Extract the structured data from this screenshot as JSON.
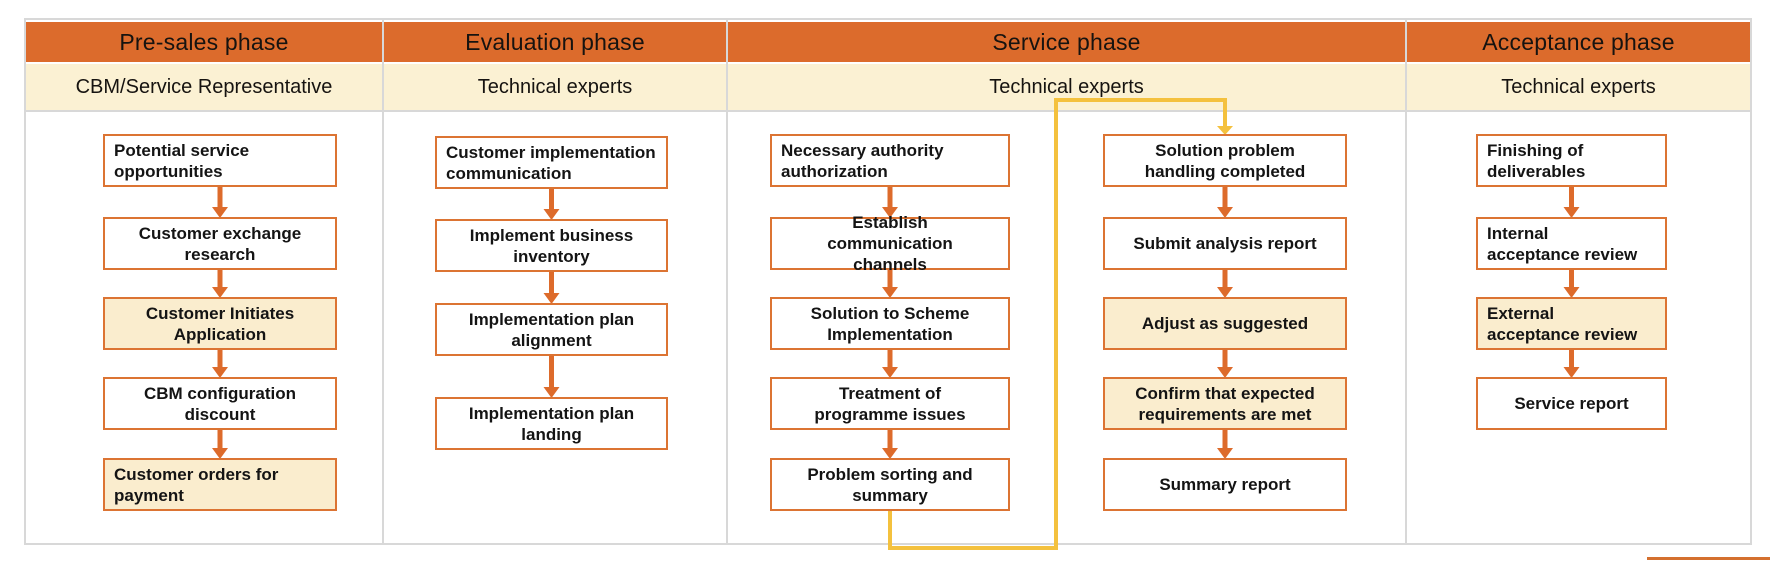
{
  "diagram_title": "",
  "colors": {
    "phase_header_bg": "#DC6B2C",
    "role_header_bg": "#FBF1D3",
    "box_border": "#DC7433",
    "box_cream_fill": "#FAEDCE",
    "box_white_fill": "#FFFFFF",
    "arrow": "#DD6B2B",
    "feedback_connector": "#F4C13E",
    "grid_line": "#D8D8D8",
    "text": "#141414",
    "bottom_right_cutoff_line": "#D4702F"
  },
  "phases": [
    {
      "phase": "Pre-sales phase",
      "role": "CBM/Service Representative",
      "chains": [
        {
          "id": "presales",
          "boxes": [
            {
              "label": "Potential service\nopportunities",
              "fill": "white",
              "align": "left"
            },
            {
              "label": "Customer exchange\nresearch",
              "fill": "white",
              "align": "center"
            },
            {
              "label": "Customer Initiates\nApplication",
              "fill": "cream",
              "align": "center"
            },
            {
              "label": "CBM configuration\ndiscount",
              "fill": "white",
              "align": "center"
            },
            {
              "label": "Customer orders for\npayment",
              "fill": "cream",
              "align": "left"
            }
          ]
        }
      ]
    },
    {
      "phase": "Evaluation phase",
      "role": "Technical experts",
      "chains": [
        {
          "id": "evaluation",
          "boxes": [
            {
              "label": "Customer implementation\ncommunication",
              "fill": "white",
              "align": "left"
            },
            {
              "label": "Implement business\ninventory",
              "fill": "white",
              "align": "center"
            },
            {
              "label": "Implementation plan\nalignment",
              "fill": "white",
              "align": "center"
            },
            {
              "label": "Implementation plan\nlanding",
              "fill": "white",
              "align": "center"
            }
          ]
        }
      ]
    },
    {
      "phase": "Service phase",
      "role": "Technical experts",
      "chains": [
        {
          "id": "service_left",
          "boxes": [
            {
              "label": "Necessary authority\nauthorization",
              "fill": "white",
              "align": "left"
            },
            {
              "label": "Establish\ncommunication\nchannels",
              "fill": "white",
              "align": "center"
            },
            {
              "label": "Solution to Scheme\nImplementation",
              "fill": "white",
              "align": "center"
            },
            {
              "label": "Treatment of\nprogramme issues",
              "fill": "white",
              "align": "center"
            },
            {
              "label": "Problem sorting and\nsummary",
              "fill": "white",
              "align": "center"
            }
          ]
        },
        {
          "id": "service_right",
          "boxes": [
            {
              "label": "Solution problem\nhandling completed",
              "fill": "white",
              "align": "center"
            },
            {
              "label": "Submit analysis report",
              "fill": "white",
              "align": "center"
            },
            {
              "label": "Adjust as suggested",
              "fill": "cream",
              "align": "center"
            },
            {
              "label": "Confirm that expected\nrequirements are met",
              "fill": "cream",
              "align": "center"
            },
            {
              "label": "Summary report",
              "fill": "white",
              "align": "center"
            }
          ]
        }
      ]
    },
    {
      "phase": "Acceptance phase",
      "role": "Technical experts",
      "chains": [
        {
          "id": "acceptance",
          "boxes": [
            {
              "label": "Finishing of\ndeliverables",
              "fill": "white",
              "align": "left"
            },
            {
              "label": "Internal\nacceptance review",
              "fill": "white",
              "align": "left"
            },
            {
              "label": "External\nacceptance review",
              "fill": "cream",
              "align": "left"
            },
            {
              "label": "Service report",
              "fill": "white",
              "align": "center"
            }
          ]
        }
      ]
    }
  ],
  "connectors": [
    {
      "type": "feedback-loop",
      "from": "Problem sorting and summary",
      "to": "Solution problem handling completed",
      "color": "#F4C13E"
    }
  ]
}
